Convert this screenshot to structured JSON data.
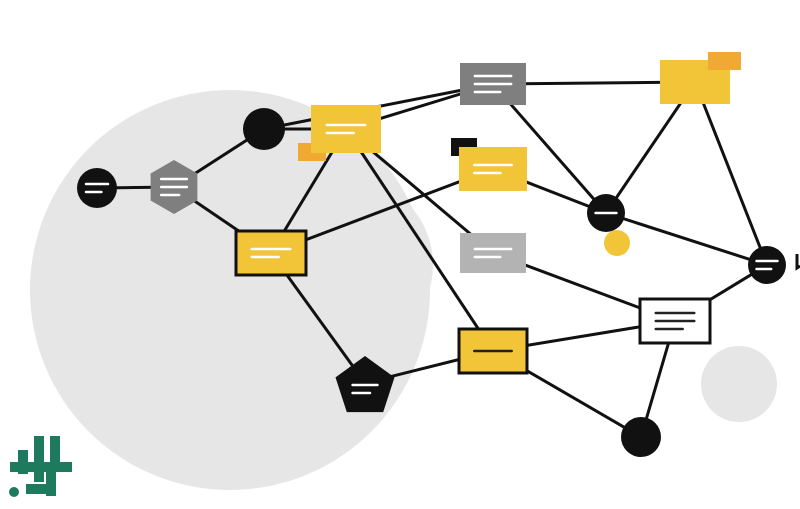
{
  "colors": {
    "background": "#ffffff",
    "blob": "#e6e6e6",
    "edge": "#111111",
    "black": "#111111",
    "yellow": "#f2c438",
    "orange": "#f0a932",
    "gray_dark": "#7f7f7f",
    "gray_light": "#b3b3b3",
    "white": "#ffffff",
    "line_on_dark": "#ffffff",
    "line_on_light": "#222222",
    "logo_green": "#1e7a5c"
  },
  "logo": {
    "name": "site-logo-icon"
  },
  "nodes": [
    {
      "id": "circle-left",
      "shape": "circle",
      "fill": "black",
      "lines": 2
    },
    {
      "id": "hexagon",
      "shape": "hexagon",
      "fill": "gray_dark",
      "lines": 3
    },
    {
      "id": "circle-top-left",
      "shape": "circle",
      "fill": "black",
      "lines": 0
    },
    {
      "id": "card-top-yellow",
      "shape": "rect",
      "fill": "yellow",
      "lines": 2,
      "badge": "orange"
    },
    {
      "id": "card-top-gray",
      "shape": "rect",
      "fill": "gray_dark",
      "lines": 3
    },
    {
      "id": "card-top-right-yellow",
      "shape": "rect",
      "fill": "yellow",
      "lines": 0,
      "badge": "orange"
    },
    {
      "id": "card-mid-yellow",
      "shape": "rect",
      "fill": "yellow",
      "lines": 2,
      "badge": "black"
    },
    {
      "id": "card-left-yellow",
      "shape": "rect",
      "fill": "yellow",
      "lines": 2,
      "border": true
    },
    {
      "id": "card-mid-gray",
      "shape": "rect",
      "fill": "gray_light",
      "lines": 2
    },
    {
      "id": "circle-mid-right",
      "shape": "circle",
      "fill": "black",
      "lines": 1,
      "dot": "yellow"
    },
    {
      "id": "circle-right",
      "shape": "circle",
      "fill": "black",
      "lines": 2
    },
    {
      "id": "card-white",
      "shape": "rect",
      "fill": "white",
      "lines": 3,
      "border": true
    },
    {
      "id": "card-bottom-yellow",
      "shape": "rect",
      "fill": "yellow",
      "lines": 1,
      "border": true
    },
    {
      "id": "pentagon",
      "shape": "pentagon",
      "fill": "black",
      "lines": 2
    },
    {
      "id": "circle-bottom",
      "shape": "circle",
      "fill": "black",
      "lines": 0
    }
  ],
  "edges": [
    [
      "circle-left",
      "hexagon"
    ],
    [
      "hexagon",
      "circle-top-left"
    ],
    [
      "hexagon",
      "card-left-yellow"
    ],
    [
      "circle-top-left",
      "card-top-yellow"
    ],
    [
      "circle-top-left",
      "card-top-gray"
    ],
    [
      "card-top-yellow",
      "card-top-gray"
    ],
    [
      "card-top-yellow",
      "card-left-yellow"
    ],
    [
      "card-top-yellow",
      "card-bottom-yellow"
    ],
    [
      "card-top-yellow",
      "card-mid-gray"
    ],
    [
      "card-top-gray",
      "card-top-right-yellow"
    ],
    [
      "card-top-gray",
      "circle-mid-right"
    ],
    [
      "card-top-right-yellow",
      "circle-mid-right"
    ],
    [
      "card-top-right-yellow",
      "circle-right"
    ],
    [
      "card-mid-yellow",
      "card-left-yellow"
    ],
    [
      "card-mid-yellow",
      "circle-mid-right"
    ],
    [
      "circle-mid-right",
      "circle-right"
    ],
    [
      "card-left-yellow",
      "pentagon"
    ],
    [
      "pentagon",
      "card-bottom-yellow"
    ],
    [
      "card-mid-gray",
      "card-white"
    ],
    [
      "card-bottom-yellow",
      "card-white"
    ],
    [
      "card-bottom-yellow",
      "circle-bottom"
    ],
    [
      "card-white",
      "circle-right"
    ],
    [
      "card-white",
      "circle-bottom"
    ]
  ]
}
